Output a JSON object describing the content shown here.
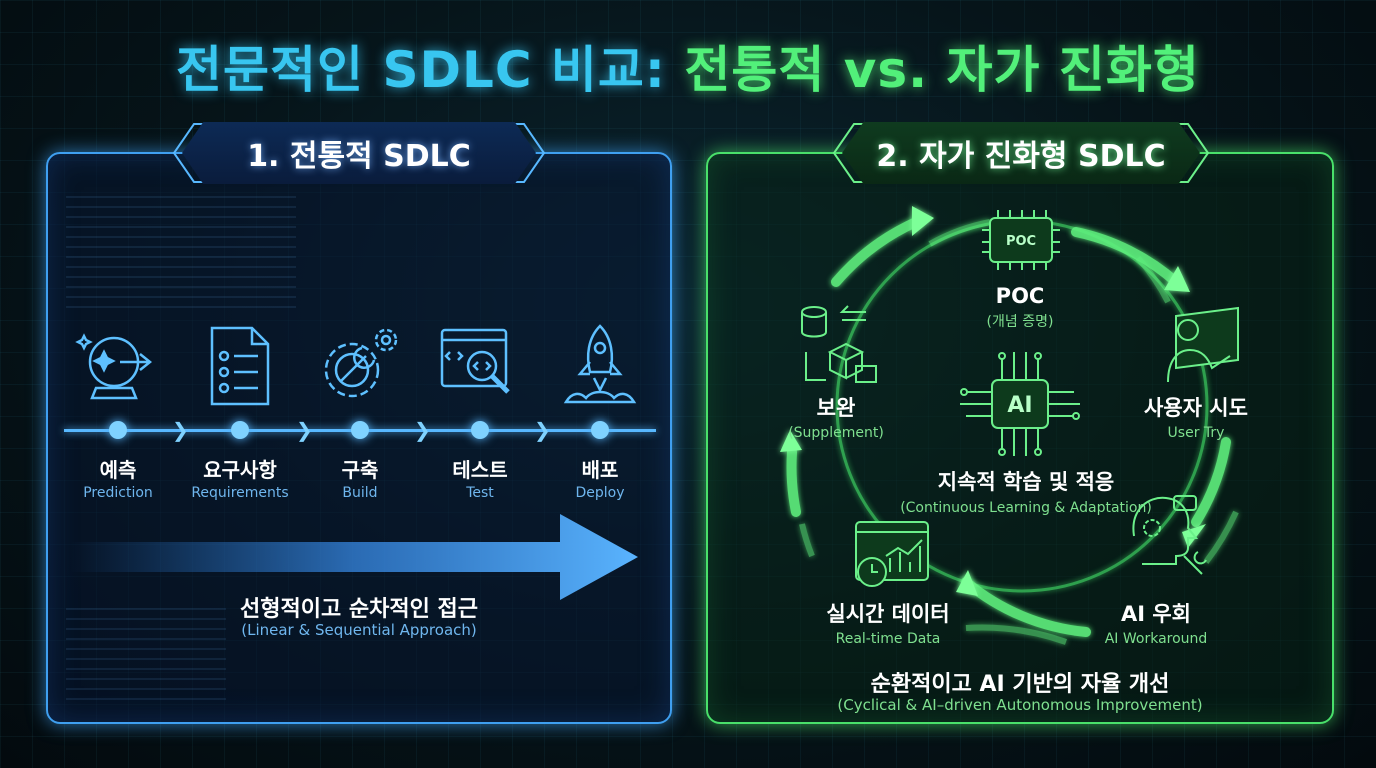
{
  "title": {
    "part1": "전문적인 SDLC 비교:",
    "part2": "전통적 vs. 자가 진화형"
  },
  "colors": {
    "blue_accent": "#3f9ff0",
    "green_accent": "#49e06a",
    "background": "#061419"
  },
  "traditional": {
    "header": "1. 전통적 SDLC",
    "stages": [
      {
        "ko": "예측",
        "en": "Prediction",
        "icon": "crystal-ball-icon"
      },
      {
        "ko": "요구사항",
        "en": "Requirements",
        "icon": "document-list-icon"
      },
      {
        "ko": "구축",
        "en": "Build",
        "icon": "gear-wrench-icon"
      },
      {
        "ko": "테스트",
        "en": "Test",
        "icon": "code-search-icon"
      },
      {
        "ko": "배포",
        "en": "Deploy",
        "icon": "rocket-icon"
      }
    ],
    "caption_ko": "선형적이고 순차적인 접근",
    "caption_en": "(Linear & Sequential Approach)"
  },
  "evolving": {
    "header": "2. 자가 진화형 SDLC",
    "nodes": {
      "poc": {
        "ko": "POC",
        "en": "(개념 증명)",
        "chip_text": "POC",
        "icon": "chip-icon"
      },
      "user_try": {
        "ko": "사용자 시도",
        "en": "User Try",
        "icon": "user-screen-icon"
      },
      "ai_workaround": {
        "ko": "AI 우회",
        "en": "AI Workaround",
        "icon": "brain-gear-icon"
      },
      "realtime": {
        "ko": "실시간 데이터",
        "en": "Real-time Data",
        "icon": "chart-clock-icon"
      },
      "supplement": {
        "ko": "보완",
        "en": "(Supplement)",
        "icon": "boxes-database-icon"
      }
    },
    "center": {
      "chip_text": "AI",
      "ko": "지속적 학습 및 적응",
      "en": "(Continuous Learning & Adaptation)",
      "icon": "ai-chip-icon"
    },
    "caption_ko": "순환적이고 AI 기반의 자율 개선",
    "caption_en": "(Cyclical & AI–driven Autonomous Improvement)"
  }
}
